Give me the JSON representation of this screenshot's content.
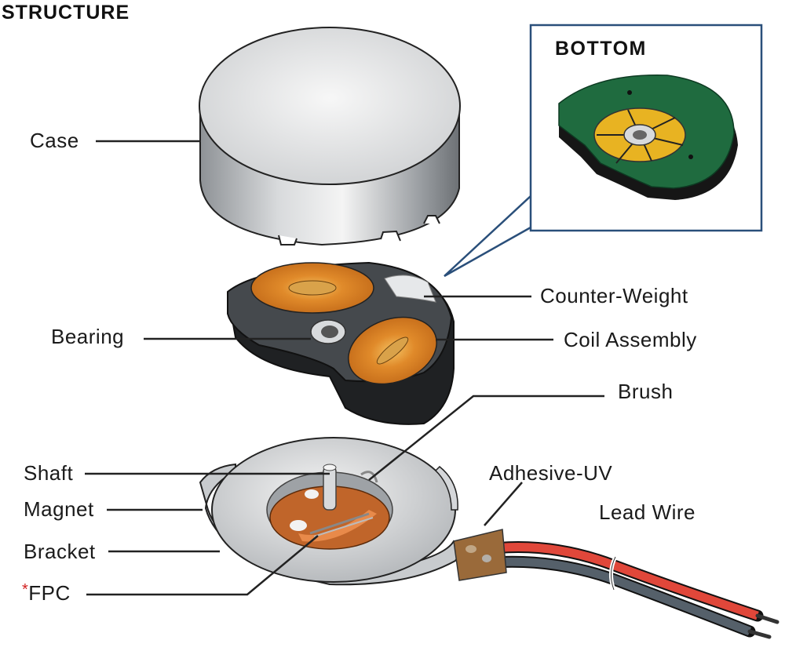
{
  "title": "STRUCTURE",
  "inset": {
    "title": "BOTTOM",
    "border_color": "#2a4f7a",
    "pcb_color": "#1f6b3f",
    "pad_color": "#e8b322"
  },
  "labels": {
    "case": "Case",
    "counter_weight": "Counter-Weight",
    "bearing": "Bearing",
    "coil_assembly": "Coil Assembly",
    "brush": "Brush",
    "shaft": "Shaft",
    "adhesive_uv": "Adhesive-UV",
    "magnet": "Magnet",
    "lead_wire": "Lead Wire",
    "bracket": "Bracket",
    "fpc_marker": "*",
    "fpc": "FPC"
  },
  "colors": {
    "coil": "#e08a2a",
    "rotor_body": "#3a3d40",
    "wire_red": "#e0473a",
    "wire_gray": "#55606a",
    "fpc_marker": "#d21f1f"
  }
}
